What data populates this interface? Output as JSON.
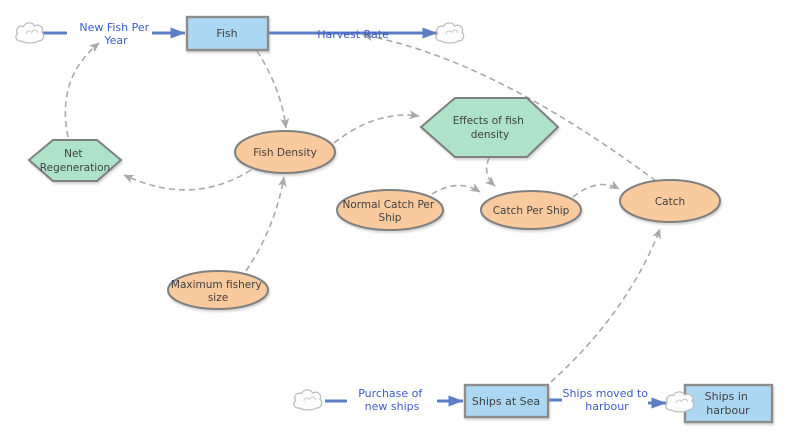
{
  "diagram": {
    "type": "stock-and-flow-system-dynamics",
    "stocks": [
      {
        "id": "fish",
        "label": "Fish"
      },
      {
        "id": "ships-at-sea",
        "label": "Ships at Sea"
      },
      {
        "id": "ships-in-harbour",
        "lines": [
          "Ships in",
          "harbour"
        ]
      }
    ],
    "converters": [
      {
        "id": "net-regeneration",
        "lines": [
          "Net",
          "Regeneration"
        ]
      },
      {
        "id": "effects-of-fish-density",
        "lines": [
          "Effects of fish",
          "density"
        ]
      }
    ],
    "auxiliaries": [
      {
        "id": "fish-density",
        "label": "Fish Density"
      },
      {
        "id": "maximum-fishery-size",
        "lines": [
          "Maximum fishery",
          "size"
        ]
      },
      {
        "id": "normal-catch-per-ship",
        "lines": [
          "Normal Catch Per",
          "Ship"
        ]
      },
      {
        "id": "catch-per-ship",
        "label": "Catch Per Ship"
      },
      {
        "id": "catch",
        "label": "Catch"
      }
    ],
    "flows": [
      {
        "id": "new-fish-per-year",
        "lines": [
          "New Fish Per",
          "Year"
        ],
        "from": "source-cloud",
        "to": "Fish"
      },
      {
        "id": "harvest-rate",
        "label": "Harvest Rate",
        "from": "Fish",
        "to": "sink-cloud"
      },
      {
        "id": "purchase-of-new-ships",
        "lines": [
          "Purchase of",
          "new ships"
        ],
        "from": "source-cloud",
        "to": "Ships at Sea"
      },
      {
        "id": "ships-moved-to-harbour",
        "lines": [
          "Ships moved to",
          "harbour"
        ],
        "from": "Ships at Sea",
        "to": "sink-cloud"
      }
    ],
    "influences": [
      {
        "from": "Net Regeneration",
        "to": "New Fish Per Year"
      },
      {
        "from": "Fish",
        "to": "Fish Density"
      },
      {
        "from": "Fish Density",
        "to": "Net Regeneration"
      },
      {
        "from": "Maximum fishery size",
        "to": "Fish Density"
      },
      {
        "from": "Fish Density",
        "to": "Effects of fish density"
      },
      {
        "from": "Effects of fish density",
        "to": "Catch Per Ship"
      },
      {
        "from": "Normal Catch Per Ship",
        "to": "Catch Per Ship"
      },
      {
        "from": "Catch Per Ship",
        "to": "Catch"
      },
      {
        "from": "Catch",
        "to": "Harvest Rate"
      },
      {
        "from": "Ships at Sea",
        "to": "Catch"
      }
    ],
    "colors": {
      "stock_fill": "#ACD7F3",
      "stock_border": "#8C8C8C",
      "converter_fill": "#AEE3C9",
      "auxiliary_fill": "#FACA9F",
      "shape_border": "#7F7F7F",
      "flow": "#5B7EC4",
      "flow_label": "#3D5CC6",
      "connector": "#A9A9A9",
      "shape_text": "#404040",
      "background": "#FFFFFF"
    }
  }
}
